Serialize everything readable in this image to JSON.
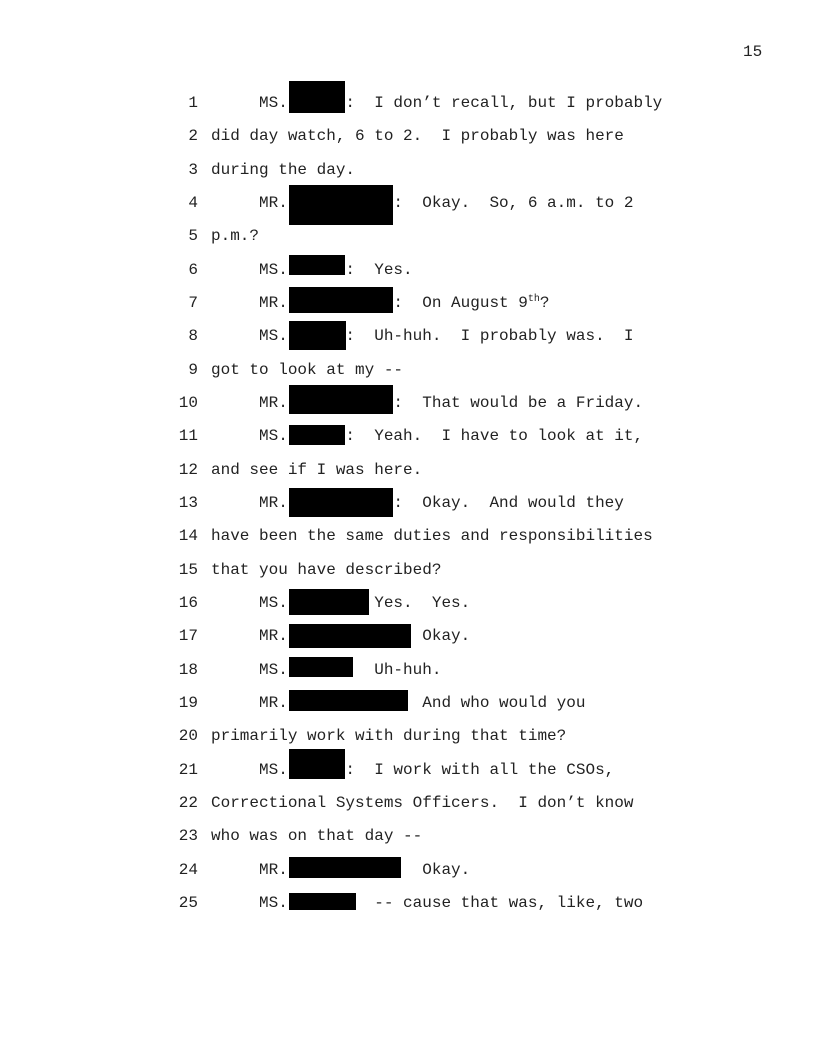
{
  "page_number": "15",
  "lines": [
    {
      "n": "1",
      "text": "     MS.      :  I don’t recall, but I probably"
    },
    {
      "n": "2",
      "text": "did day watch, 6 to 2.  I probably was here"
    },
    {
      "n": "3",
      "text": "during the day."
    },
    {
      "n": "4",
      "text": "     MR.           :  Okay.  So, 6 a.m. to 2"
    },
    {
      "n": "5",
      "text": "p.m.?"
    },
    {
      "n": "6",
      "text": "     MS.      :  Yes."
    },
    {
      "n": "7",
      "text": "     MR.           :  On August 9",
      "sup": "th",
      "tail": "?"
    },
    {
      "n": "8",
      "text": "     MS.      :  Uh-huh.  I probably was.  I"
    },
    {
      "n": "9",
      "text": "got to look at my --"
    },
    {
      "n": "10",
      "text": "     MR.           :  That would be a Friday."
    },
    {
      "n": "11",
      "text": "     MS.      :  Yeah.  I have to look at it,"
    },
    {
      "n": "12",
      "text": "and see if I was here."
    },
    {
      "n": "13",
      "text": "     MR.           :  Okay.  And would they"
    },
    {
      "n": "14",
      "text": "have been the same duties and responsibilities"
    },
    {
      "n": "15",
      "text": "that you have described?"
    },
    {
      "n": "16",
      "text": "     MS.         Yes.  Yes."
    },
    {
      "n": "17",
      "text": "     MR.              Okay."
    },
    {
      "n": "18",
      "text": "     MS.         Uh-huh."
    },
    {
      "n": "19",
      "text": "     MR.              And who would you"
    },
    {
      "n": "20",
      "text": "primarily work with during that time?"
    },
    {
      "n": "21",
      "text": "     MS.      :  I work with all the CSOs,"
    },
    {
      "n": "22",
      "text": "Correctional Systems Officers.  I don’t know"
    },
    {
      "n": "23",
      "text": "who was on that day --"
    },
    {
      "n": "24",
      "text": "     MR.              Okay."
    },
    {
      "n": "25",
      "text": "     MS.         -- cause that was, like, two"
    }
  ]
}
